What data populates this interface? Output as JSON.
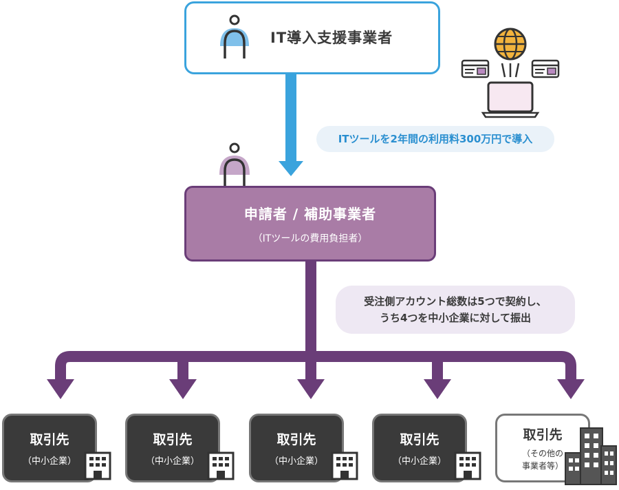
{
  "vendor": {
    "title": "IT導入支援事業者"
  },
  "flow_note_1": "ITツールを2年間の利用料300万円で導入",
  "applicant": {
    "title": "申請者 /  補助事業者",
    "subtitle": "（ITツールの費用負担者）"
  },
  "flow_note_2": {
    "line1": "受注側アカウント総数は5つで契約し、",
    "line2": "うち4つを中小企業に対して振出"
  },
  "clients": [
    {
      "name": "取引先",
      "sub": "（中小企業）"
    },
    {
      "name": "取引先",
      "sub": "（中小企業）"
    },
    {
      "name": "取引先",
      "sub": "（中小企業）"
    },
    {
      "name": "取引先",
      "sub": "（中小企業）"
    },
    {
      "name": "取引先",
      "sub_line1": "（その他の",
      "sub_line2": "事業者等）"
    }
  ],
  "colors": {
    "blue": "#3aa3dd",
    "purple": "#6a3d78",
    "purple_fill": "#a97ca6",
    "dark": "#3a3a3a"
  },
  "icons": [
    "person-icon",
    "globe-icon",
    "laptop-icon",
    "browser-window-icon",
    "building-icon"
  ]
}
